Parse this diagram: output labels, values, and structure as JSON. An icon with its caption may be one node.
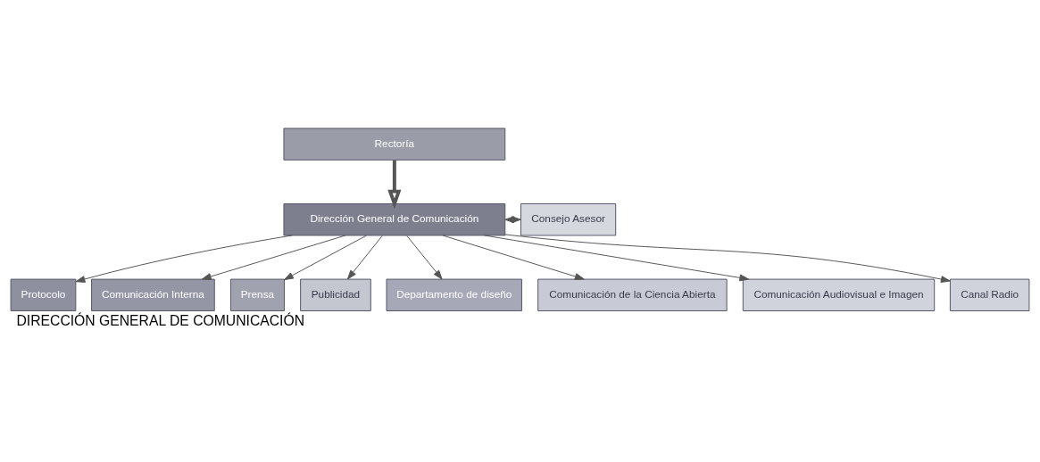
{
  "diagram": {
    "caption": "DIRECCIÓN GENERAL DE COMUNICACIÓN",
    "nodes": [
      {
        "text": [
          "Rectoría"
        ]
      },
      {
        "text": [
          "Dirección General de Comunicación"
        ]
      },
      {
        "text": [
          "Consejo Asesor"
        ]
      },
      {
        "text": [
          "Protocolo"
        ]
      },
      {
        "text": [
          "Comunicación Interna"
        ]
      },
      {
        "text": [
          "Prensa"
        ]
      },
      {
        "text": [
          "Publicidad"
        ]
      },
      {
        "text": [
          "Departamento de diseño"
        ]
      },
      {
        "text": [
          "Comunicación de la Ciencia Abierta"
        ]
      },
      {
        "text": [
          "Comunicación Audiovisual e Imagen"
        ]
      },
      {
        "text": [
          "Canal Radio"
        ]
      }
    ],
    "edges": [
      {
        "from": 0,
        "to": 1,
        "arrow": "to",
        "style": "thick"
      },
      {
        "from": 1,
        "to": 2,
        "arrow": "both"
      },
      {
        "from": 1,
        "to": 3,
        "arrow": "to"
      },
      {
        "from": 1,
        "to": 4,
        "arrow": "to"
      },
      {
        "from": 1,
        "to": 5,
        "arrow": "to"
      },
      {
        "from": 1,
        "to": 6,
        "arrow": "to"
      },
      {
        "from": 1,
        "to": 7,
        "arrow": "to"
      },
      {
        "from": 1,
        "to": 8,
        "arrow": "to"
      },
      {
        "from": 1,
        "to": 9,
        "arrow": "to"
      },
      {
        "from": 1,
        "to": 10,
        "arrow": "to"
      }
    ]
  }
}
